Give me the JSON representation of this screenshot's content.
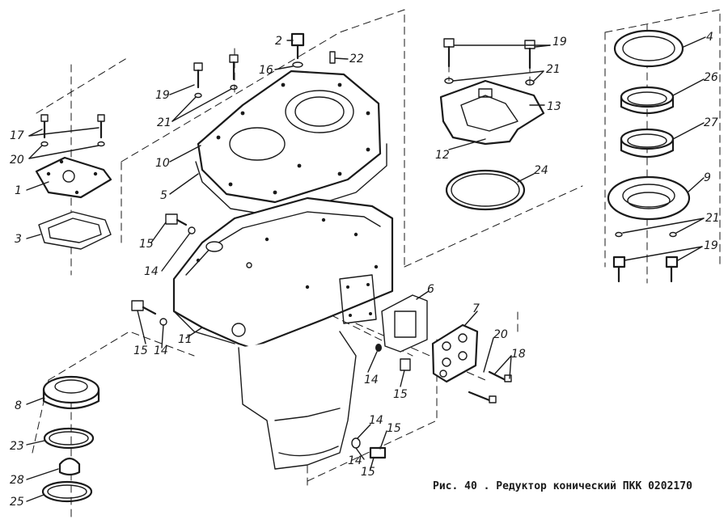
{
  "caption": "Рис. 40 . Редуктор конический ПКК 0202170",
  "labels": {
    "l1": "1",
    "l2": "2",
    "l3": "3",
    "l4": "4",
    "l5": "5",
    "l6": "6",
    "l7": "7",
    "l8": "8",
    "l9": "9",
    "l10": "10",
    "l11": "11",
    "l12": "12",
    "l13": "13",
    "l14": "14",
    "l15": "15",
    "l16": "16",
    "l17": "17",
    "l18": "18",
    "l19": "19",
    "l20": "20",
    "l21": "21",
    "l22": "22",
    "l23": "23",
    "l24": "24",
    "l25": "25",
    "l26": "26",
    "l27": "27",
    "l28": "28"
  }
}
